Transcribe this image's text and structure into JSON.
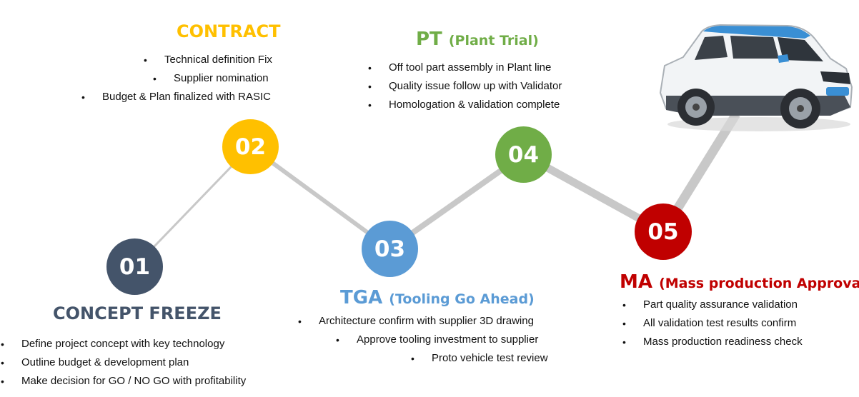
{
  "colors": {
    "step01": "#44546A",
    "step02": "#FFC000",
    "step03": "#5B9BD5",
    "step04": "#70AD47",
    "step05": "#C00000",
    "connector": "#C8C8C8"
  },
  "steps": [
    {
      "number": "01",
      "title": "CONCEPT FREEZE",
      "subtitle": "",
      "bullets": [
        "Define project concept with key technology",
        "Outline budget & development plan",
        "Make decision for GO / NO GO with profitability"
      ]
    },
    {
      "number": "02",
      "title": "CONTRACT",
      "subtitle": "",
      "bullets": [
        "Technical definition Fix",
        "Supplier nomination",
        "Budget & Plan finalized with RASIC"
      ]
    },
    {
      "number": "03",
      "title": "TGA",
      "subtitle": "(Tooling Go Ahead)",
      "bullets": [
        "Architecture confirm with supplier 3D drawing",
        "Approve tooling investment to supplier",
        "Proto vehicle test review"
      ]
    },
    {
      "number": "04",
      "title": "PT",
      "subtitle": "(Plant Trial)",
      "bullets": [
        "Off tool part assembly in Plant line",
        "Quality issue follow up with Validator",
        "Homologation & validation complete"
      ]
    },
    {
      "number": "05",
      "title": "MA",
      "subtitle": "(Mass production Approval)",
      "bullets": [
        "Part quality assurance validation",
        "All validation test results confirm",
        "Mass production readiness check"
      ]
    }
  ],
  "car_icon": "car-photo"
}
